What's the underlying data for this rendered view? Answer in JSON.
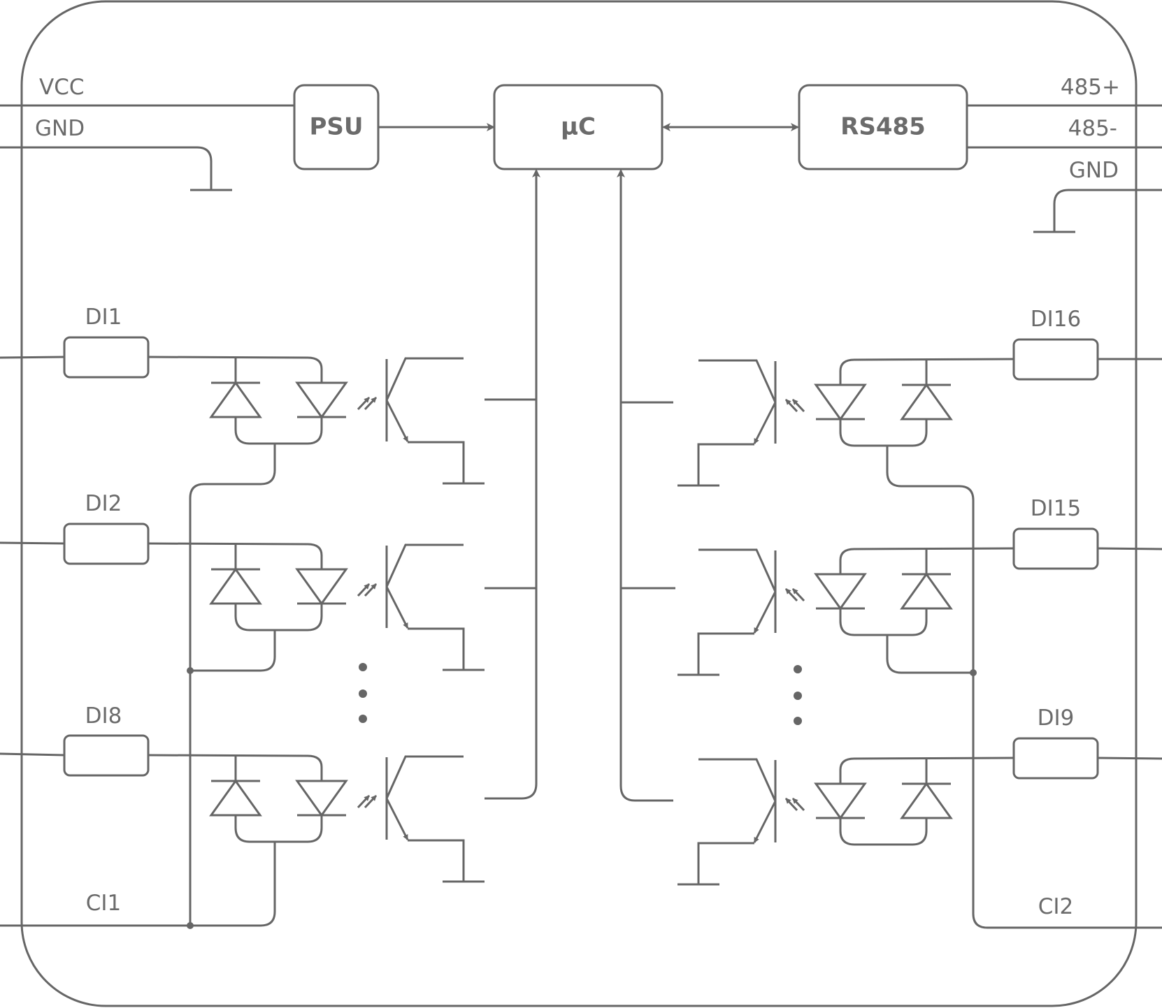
{
  "blocks": {
    "psu": "PSU",
    "uc": "µC",
    "rs485": "RS485"
  },
  "terminals": {
    "vcc": "VCC",
    "gnd_left": "GND",
    "bus_plus": "485+",
    "bus_minus": "485-",
    "gnd_right": "GND",
    "ci1": "CI1",
    "ci2": "CI2"
  },
  "inputs_left": [
    "DI1",
    "DI2",
    "DI8"
  ],
  "inputs_right": [
    "DI16",
    "DI15",
    "DI9"
  ],
  "colors": {
    "stroke": "#666666",
    "text": "#6b6b6b",
    "background": "#ffffff"
  }
}
